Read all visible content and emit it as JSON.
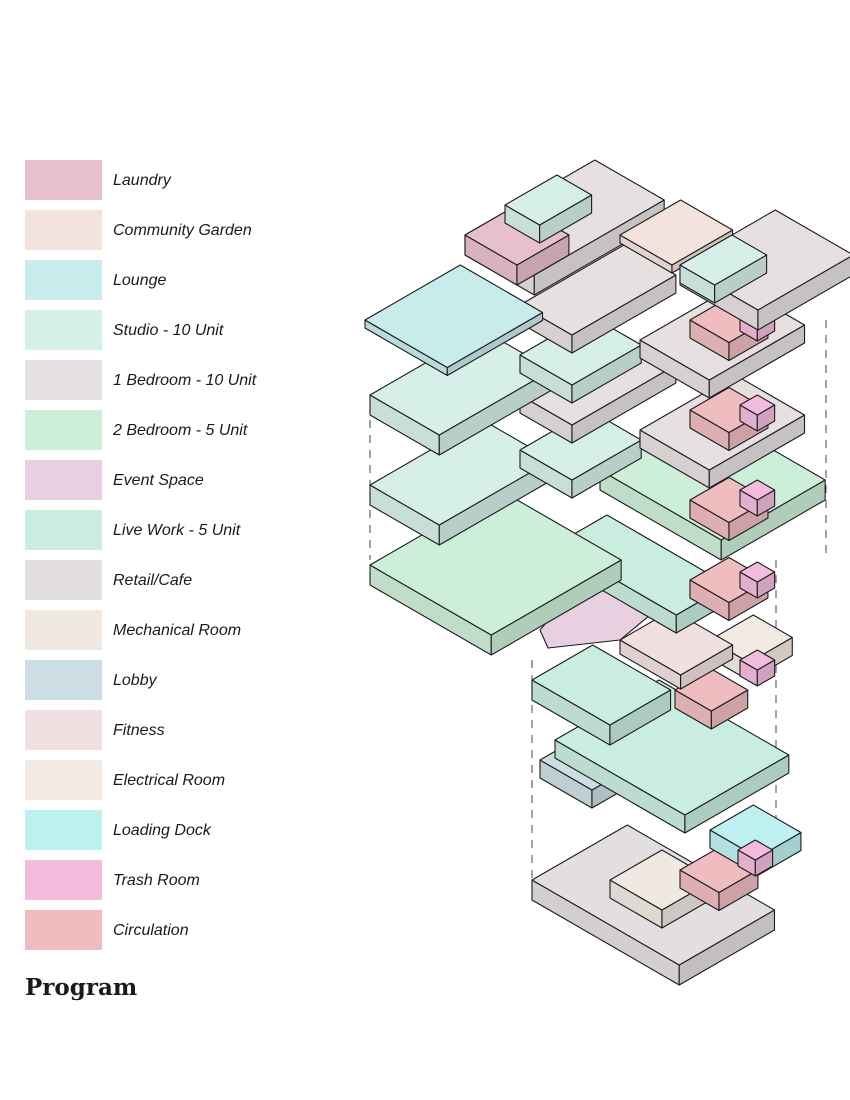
{
  "legend_title": "Program",
  "legend": [
    {
      "label": "Laundry",
      "color": "#e8bfcc"
    },
    {
      "label": "Community Garden",
      "color": "#f4e2dc"
    },
    {
      "label": "Lounge",
      "color": "#c8ebec"
    },
    {
      "label": "Studio - 10 Unit",
      "color": "#d6efe9"
    },
    {
      "label": "1 Bedroom - 10 Unit",
      "color": "#e6e0e1"
    },
    {
      "label": "2 Bedroom - 5 Unit",
      "color": "#cdeed8"
    },
    {
      "label": "Event Space",
      "color": "#e8d0e1"
    },
    {
      "label": "Live Work - 5 Unit",
      "color": "#c9eddf"
    },
    {
      "label": "Retail/Cafe",
      "color": "#e3dedf"
    },
    {
      "label": "Mechanical Room",
      "color": "#efe9e2"
    },
    {
      "label": "Lobby",
      "color": "#cddde4"
    },
    {
      "label": "Fitness",
      "color": "#f1e0e2"
    },
    {
      "label": "Electrical Room",
      "color": "#f2ebe3"
    },
    {
      "label": "Loading Dock",
      "color": "#bff0f1"
    },
    {
      "label": "Trash Room",
      "color": "#f3bcdf"
    },
    {
      "label": "Circulation",
      "color": "#efbcbf"
    }
  ]
}
